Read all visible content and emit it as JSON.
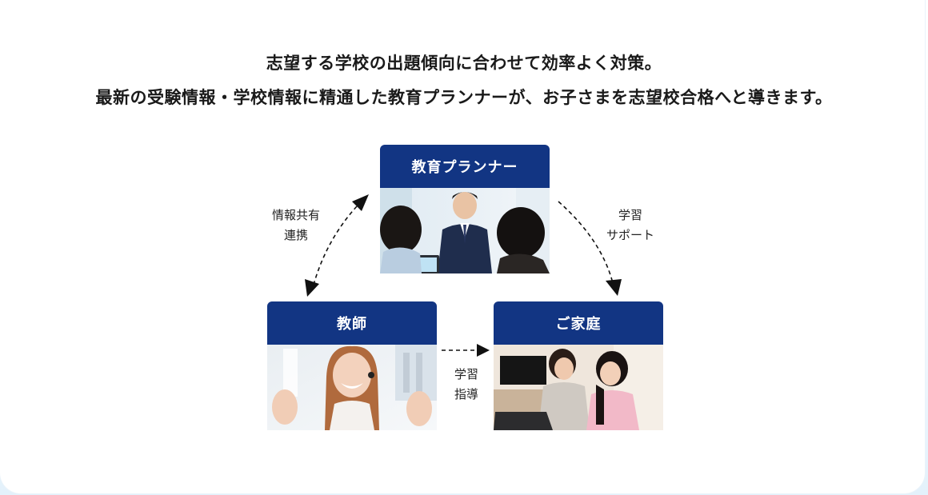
{
  "intro": {
    "line1": "志望する学校の出題傾向に合わせて効率よく対策。",
    "line2": "最新の受験情報・学校情報に精通した教育プランナーが、お子さまを志望校合格へと導きます。"
  },
  "cards": {
    "planner": {
      "title": "教育プランナー"
    },
    "teacher": {
      "title": "教師"
    },
    "family": {
      "title": "ご家庭"
    }
  },
  "relations": {
    "share_line1": "情報共有",
    "share_line2": "連携",
    "support_line1": "学習",
    "support_line2": "サポート",
    "guide_line1": "学習",
    "guide_line2": "指導"
  },
  "colors": {
    "card_header": "#123583",
    "text": "#1a1a1a",
    "arrow": "#000000"
  }
}
